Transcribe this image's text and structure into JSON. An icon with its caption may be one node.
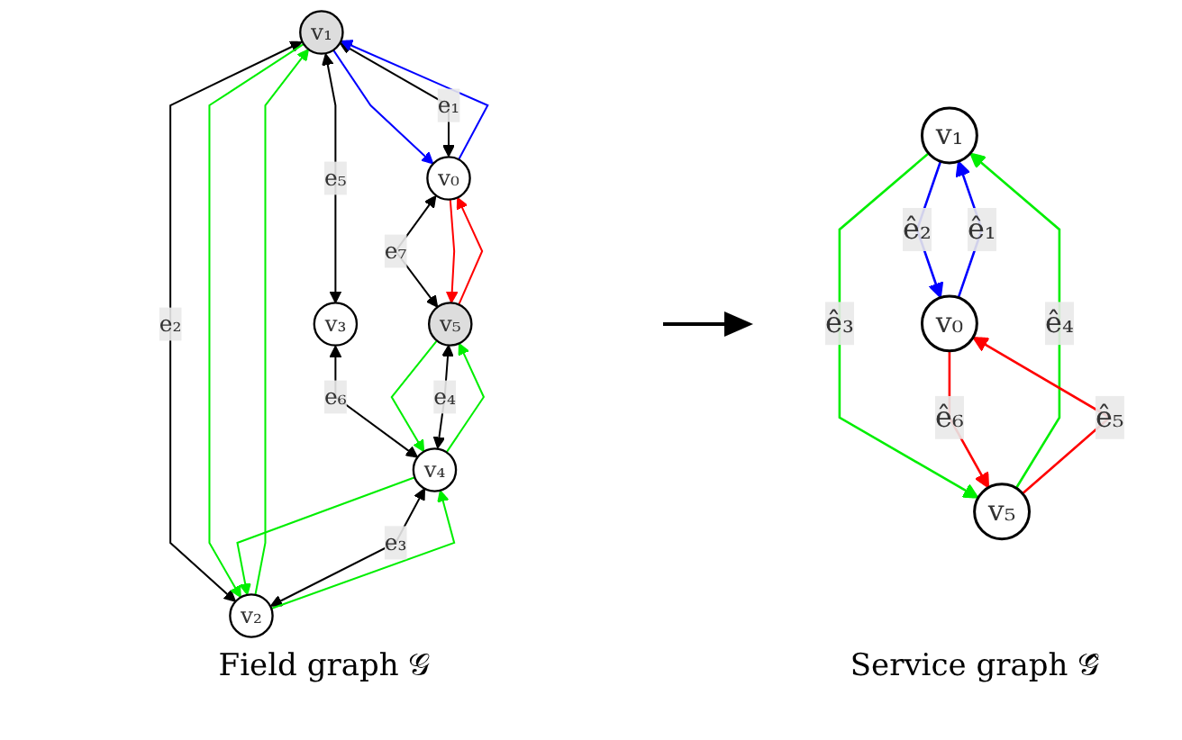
{
  "diagram": {
    "nodes": [
      {
        "text": [
          "v₁"
        ]
      },
      {
        "text": [
          "v₃"
        ]
      },
      {
        "text": [
          "v₂"
        ]
      },
      {
        "text": [
          "v₀"
        ]
      },
      {
        "text": [
          "v₄"
        ]
      },
      {
        "text": [
          "v₅"
        ]
      },
      {
        "text": [
          "v₁"
        ]
      },
      {
        "text": [
          "v₅"
        ]
      },
      {
        "text": [
          "v₀"
        ]
      }
    ],
    "edges": [
      {
        "from": 3,
        "to": 0,
        "arrow": "both",
        "label": "e₁",
        "color": "#000000"
      },
      {
        "from": 3,
        "to": 0,
        "arrow": "to",
        "color": "#0000ff"
      },
      {
        "from": 0,
        "to": 3,
        "arrow": "to",
        "color": "#0000ff"
      },
      {
        "from": 0,
        "to": 2,
        "arrow": "both",
        "label": "e₂",
        "color": "#000000"
      },
      {
        "from": 2,
        "to": 0,
        "arrow": "to",
        "color": "#00ee00"
      },
      {
        "from": 0,
        "to": 2,
        "arrow": "to",
        "color": "#00ee00"
      },
      {
        "from": 0,
        "to": 1,
        "arrow": "both",
        "label": "e₅",
        "color": "#000000"
      },
      {
        "from": 2,
        "to": 4,
        "arrow": "both",
        "label": "e₃",
        "color": "#000000"
      },
      {
        "from": 2,
        "to": 4,
        "arrow": "to",
        "color": "#00ee00"
      },
      {
        "from": 4,
        "to": 2,
        "arrow": "to",
        "color": "#00ee00"
      },
      {
        "from": 1,
        "to": 4,
        "arrow": "both",
        "label": "e₆",
        "color": "#000000"
      },
      {
        "from": 4,
        "to": 5,
        "arrow": "both",
        "label": "e₄",
        "color": "#000000"
      },
      {
        "from": 5,
        "to": 4,
        "arrow": "to",
        "color": "#00ee00"
      },
      {
        "from": 4,
        "to": 5,
        "arrow": "to",
        "color": "#00ee00"
      },
      {
        "from": 3,
        "to": 5,
        "arrow": "both",
        "label": "e₇",
        "color": "#000000"
      },
      {
        "from": 3,
        "to": 5,
        "arrow": "to",
        "color": "#ff0000"
      },
      {
        "from": 5,
        "to": 3,
        "arrow": "to",
        "color": "#ff0000"
      },
      {
        "from": 8,
        "to": 6,
        "arrow": "to",
        "label": "ê₁",
        "color": "#0000ff"
      },
      {
        "from": 6,
        "to": 8,
        "arrow": "to",
        "label": "ê₂",
        "color": "#0000ff"
      },
      {
        "from": 6,
        "to": 7,
        "arrow": "to",
        "label": "ê₃",
        "color": "#00ee00"
      },
      {
        "from": 7,
        "to": 6,
        "arrow": "to",
        "label": "ê₄",
        "color": "#00ee00"
      },
      {
        "from": 8,
        "to": 7,
        "arrow": "to",
        "label": "ê₆",
        "color": "#ff0000"
      },
      {
        "from": 7,
        "to": 8,
        "arrow": "to",
        "label": "ê₅",
        "color": "#ff0000"
      }
    ],
    "labels": [
      "Field graph 𝒢",
      "Service graph 𝒢̂"
    ]
  }
}
